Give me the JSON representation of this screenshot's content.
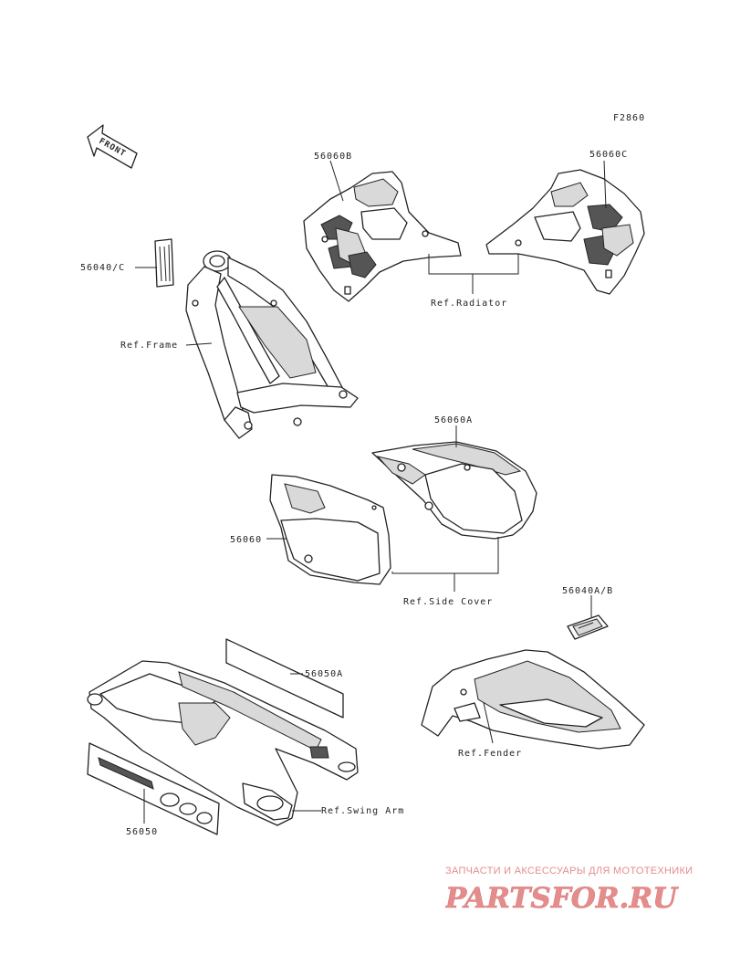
{
  "figure_code": "F2860",
  "front_label": "FRONT",
  "labels": {
    "decal_56060B": "56060B",
    "decal_56060C": "56060C",
    "ref_radiator": "Ref.Radiator",
    "decal_56040C": "56040/C",
    "ref_frame": "Ref.Frame",
    "decal_56060A": "56060A",
    "decal_56060": "56060",
    "ref_side_cover": "Ref.Side Cover",
    "decal_56040AB": "56040A/B",
    "decal_56050A": "56050A",
    "ref_fender": "Ref.Fender",
    "ref_swing_arm": "Ref.Swing Arm",
    "decal_56050": "56050"
  },
  "watermark": {
    "tagline": "ЗАПЧАСТИ И АКСЕССУАРЫ ДЛЯ МОТОТЕХНИКИ",
    "logo_text": "PARTSFOR.RU",
    "color": "#e58d8d"
  }
}
